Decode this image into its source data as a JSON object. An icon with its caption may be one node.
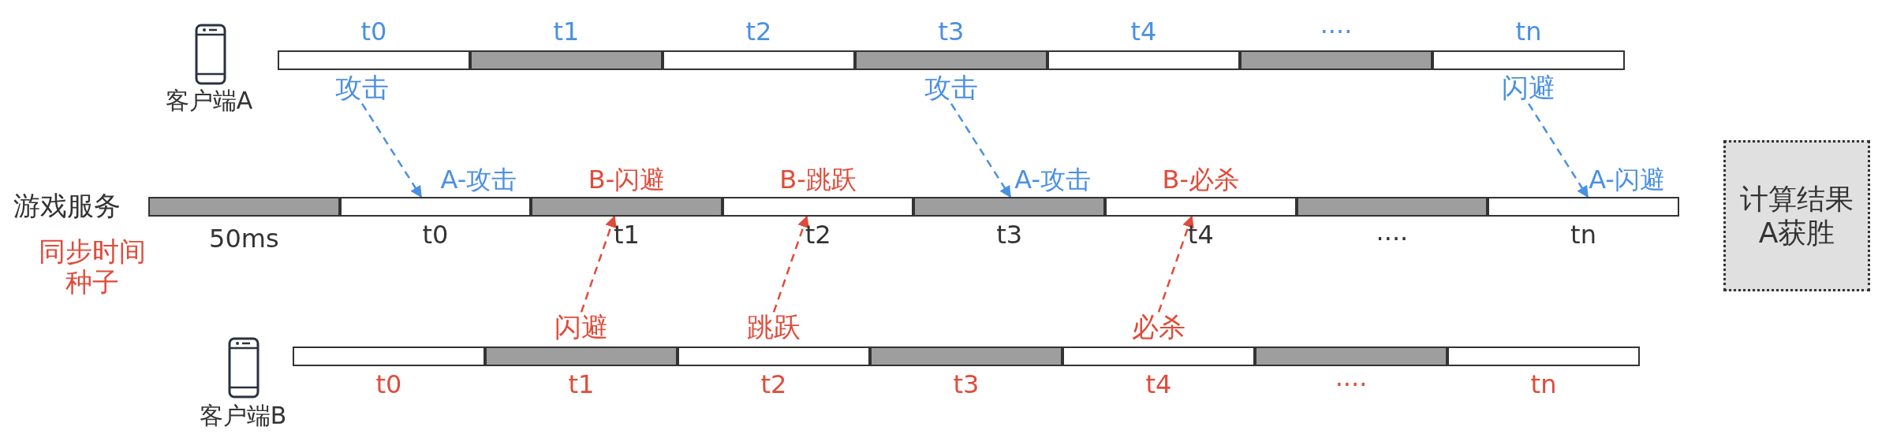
{
  "diagram": {
    "nodes": [
      {
        "text": [
          "客户端A"
        ]
      },
      {
        "text": [],
        "shape": "bar",
        "beside": [
          "t0"
        ]
      },
      {
        "text": [],
        "shape": "bar",
        "beside": [
          "t1"
        ]
      },
      {
        "text": [],
        "shape": "bar",
        "beside": [
          "t2"
        ]
      },
      {
        "text": [],
        "shape": "bar",
        "beside": [
          "t3"
        ]
      },
      {
        "text": [],
        "shape": "bar",
        "beside": [
          "t4"
        ]
      },
      {
        "text": [],
        "shape": "bar",
        "beside": [
          "····"
        ]
      },
      {
        "text": [],
        "shape": "bar",
        "beside": [
          "tn"
        ]
      },
      {
        "text": [
          "攻击"
        ]
      },
      {
        "text": [
          "攻击"
        ]
      },
      {
        "text": [
          "闪避"
        ]
      },
      {
        "text": [],
        "shape": "bar",
        "beside": [
          "50ms"
        ]
      },
      {
        "text": [],
        "shape": "bar",
        "beside": [
          "A-攻击",
          "t0"
        ]
      },
      {
        "text": [],
        "shape": "bar",
        "beside": [
          "B-闪避",
          "t1"
        ]
      },
      {
        "text": [],
        "shape": "bar",
        "beside": [
          "B-跳跃",
          "t2"
        ]
      },
      {
        "text": [],
        "shape": "bar",
        "beside": [
          "A-攻击",
          "t3"
        ]
      },
      {
        "text": [],
        "shape": "bar",
        "beside": [
          "B-必杀",
          "t4"
        ]
      },
      {
        "text": [],
        "shape": "bar",
        "beside": [
          "····"
        ]
      },
      {
        "text": [],
        "shape": "bar",
        "beside": [
          "A-闪避",
          "tn"
        ]
      },
      {
        "text": [
          "计算结果",
          "A获胜"
        ]
      },
      {
        "text": [
          "闪避"
        ]
      },
      {
        "text": [
          "跳跃"
        ]
      },
      {
        "text": [
          "必杀"
        ]
      },
      {
        "text": [],
        "shape": "bar",
        "beside": [
          "t0"
        ]
      },
      {
        "text": [],
        "shape": "bar",
        "beside": [
          "t1"
        ]
      },
      {
        "text": [],
        "shape": "bar",
        "beside": [
          "t2"
        ]
      },
      {
        "text": [],
        "shape": "bar",
        "beside": [
          "t3"
        ]
      },
      {
        "text": [],
        "shape": "bar",
        "beside": [
          "t4"
        ]
      },
      {
        "text": [],
        "shape": "bar",
        "beside": [
          "····"
        ]
      },
      {
        "text": [],
        "shape": "bar",
        "beside": [
          "tn"
        ]
      },
      {
        "text": [
          "客户端B"
        ]
      }
    ],
    "edges": [
      {
        "from": 8,
        "to": 12,
        "arrow": "to",
        "style": "dashed",
        "color": "#4a90e2"
      },
      {
        "from": 9,
        "to": 15,
        "arrow": "to",
        "style": "dashed",
        "color": "#4a90e2"
      },
      {
        "from": 10,
        "to": 18,
        "arrow": "to",
        "style": "dashed",
        "color": "#4a90e2"
      },
      {
        "from": 20,
        "to": 13,
        "arrow": "to",
        "style": "dashed",
        "color": "#e04b3a"
      },
      {
        "from": 21,
        "to": 14,
        "arrow": "to",
        "style": "dashed",
        "color": "#e04b3a"
      },
      {
        "from": 22,
        "to": 16,
        "arrow": "to",
        "style": "dashed",
        "color": "#e04b3a"
      }
    ],
    "labels": [
      "游戏服务",
      "同步时间种子"
    ]
  }
}
